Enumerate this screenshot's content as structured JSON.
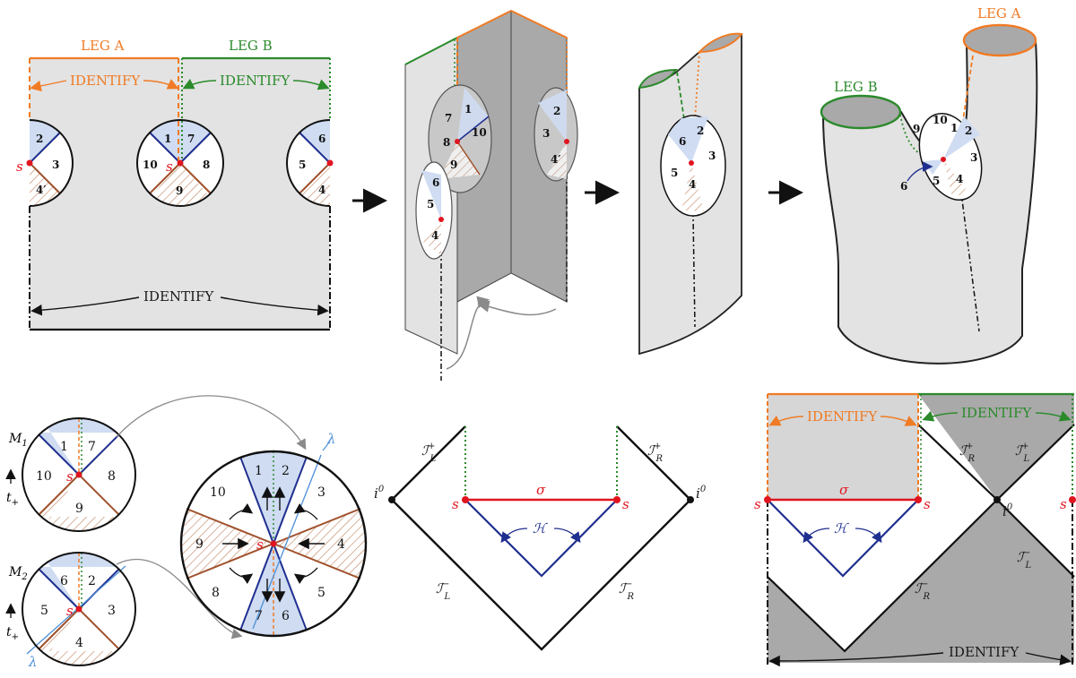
{
  "labels": {
    "leg_a": "LEG A",
    "leg_b": "LEG B",
    "identify": "IDENTIFY",
    "s": "s",
    "sigma": "σ",
    "horizon": "ℋ",
    "lambda": "λ",
    "i0": "i",
    "i0_sup": "0",
    "scri": "ℐ",
    "plus": "+",
    "minus": "−",
    "L": "L",
    "R": "R",
    "M": "M",
    "t": "t",
    "one": "1",
    "two": "2"
  },
  "regions": {
    "r1": "1",
    "r2": "2",
    "r3": "3",
    "r4": "4",
    "r4p": "4′",
    "r5": "5",
    "r6": "6",
    "r7": "7",
    "r8": "8",
    "r9": "9",
    "r10": "10"
  },
  "colors": {
    "orange": "#f07b24",
    "green": "#2b8a2b",
    "blue_wedge": "#cfdcf2",
    "navy": "#1f2f8f",
    "brown": "#a0522d",
    "red": "#e0151f",
    "sheet_light": "#e3e3e3",
    "sheet_dark": "#a9a9a9",
    "lambda_blue": "#4c8fd6"
  }
}
